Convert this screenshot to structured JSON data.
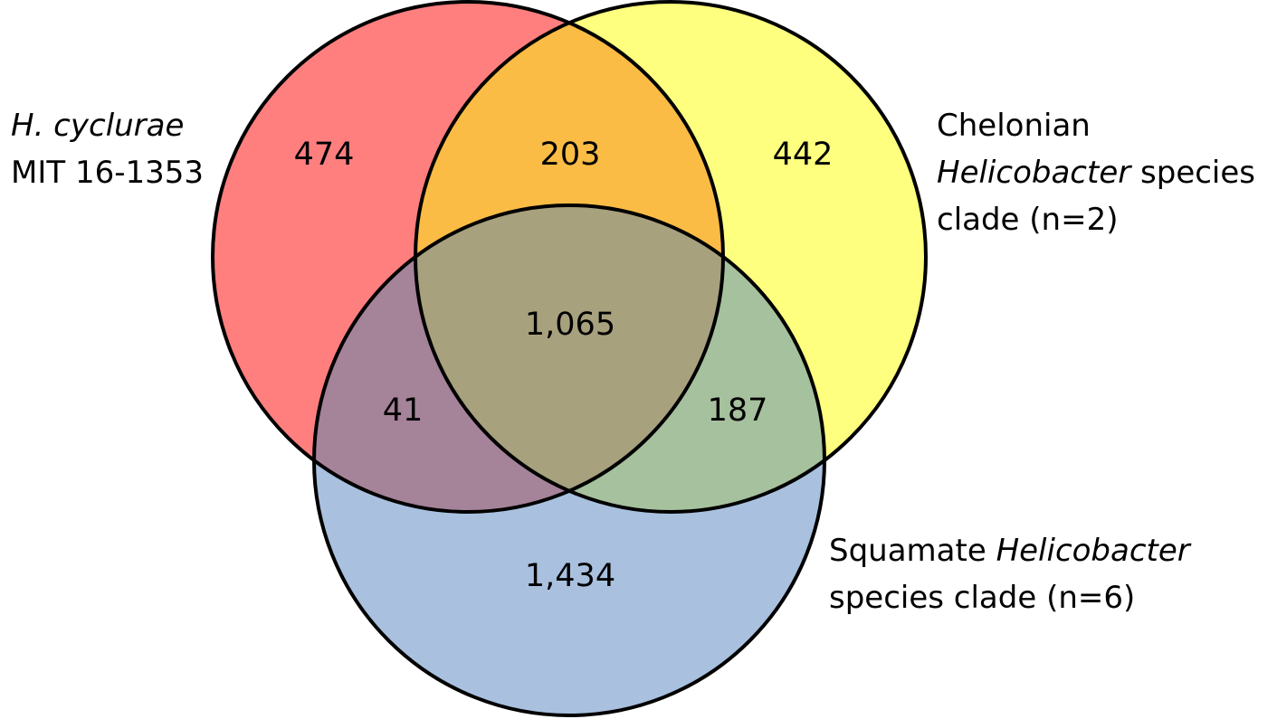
{
  "colors": {
    "set_a_fill": "#ff7f7f",
    "set_b_fill": "#ffff7f",
    "set_c_fill": "#a9c1df",
    "ab_overlap": "#fbbc45",
    "ac_overlap": "#a58399",
    "bc_overlap": "#a6c19d",
    "abc_overlap": "#a8a17e",
    "outline": "#000000"
  },
  "sets": {
    "a": {
      "label_line1": "H. cyclurae",
      "label_line2": "MIT 16-1353"
    },
    "b": {
      "label_line1": "Chelonian",
      "label_line2_italic": "Helicobacter",
      "label_line2_rest": " species",
      "label_line3": "clade (n=2)"
    },
    "c": {
      "label_line1_rest": "Squamate ",
      "label_line1_italic": "Helicobacter",
      "label_line2": "species clade (n=6)"
    }
  },
  "regions": {
    "a_only": "474",
    "b_only": "442",
    "c_only": "1,434",
    "ab": "203",
    "ac": "41",
    "bc": "187",
    "abc": "1,065"
  }
}
